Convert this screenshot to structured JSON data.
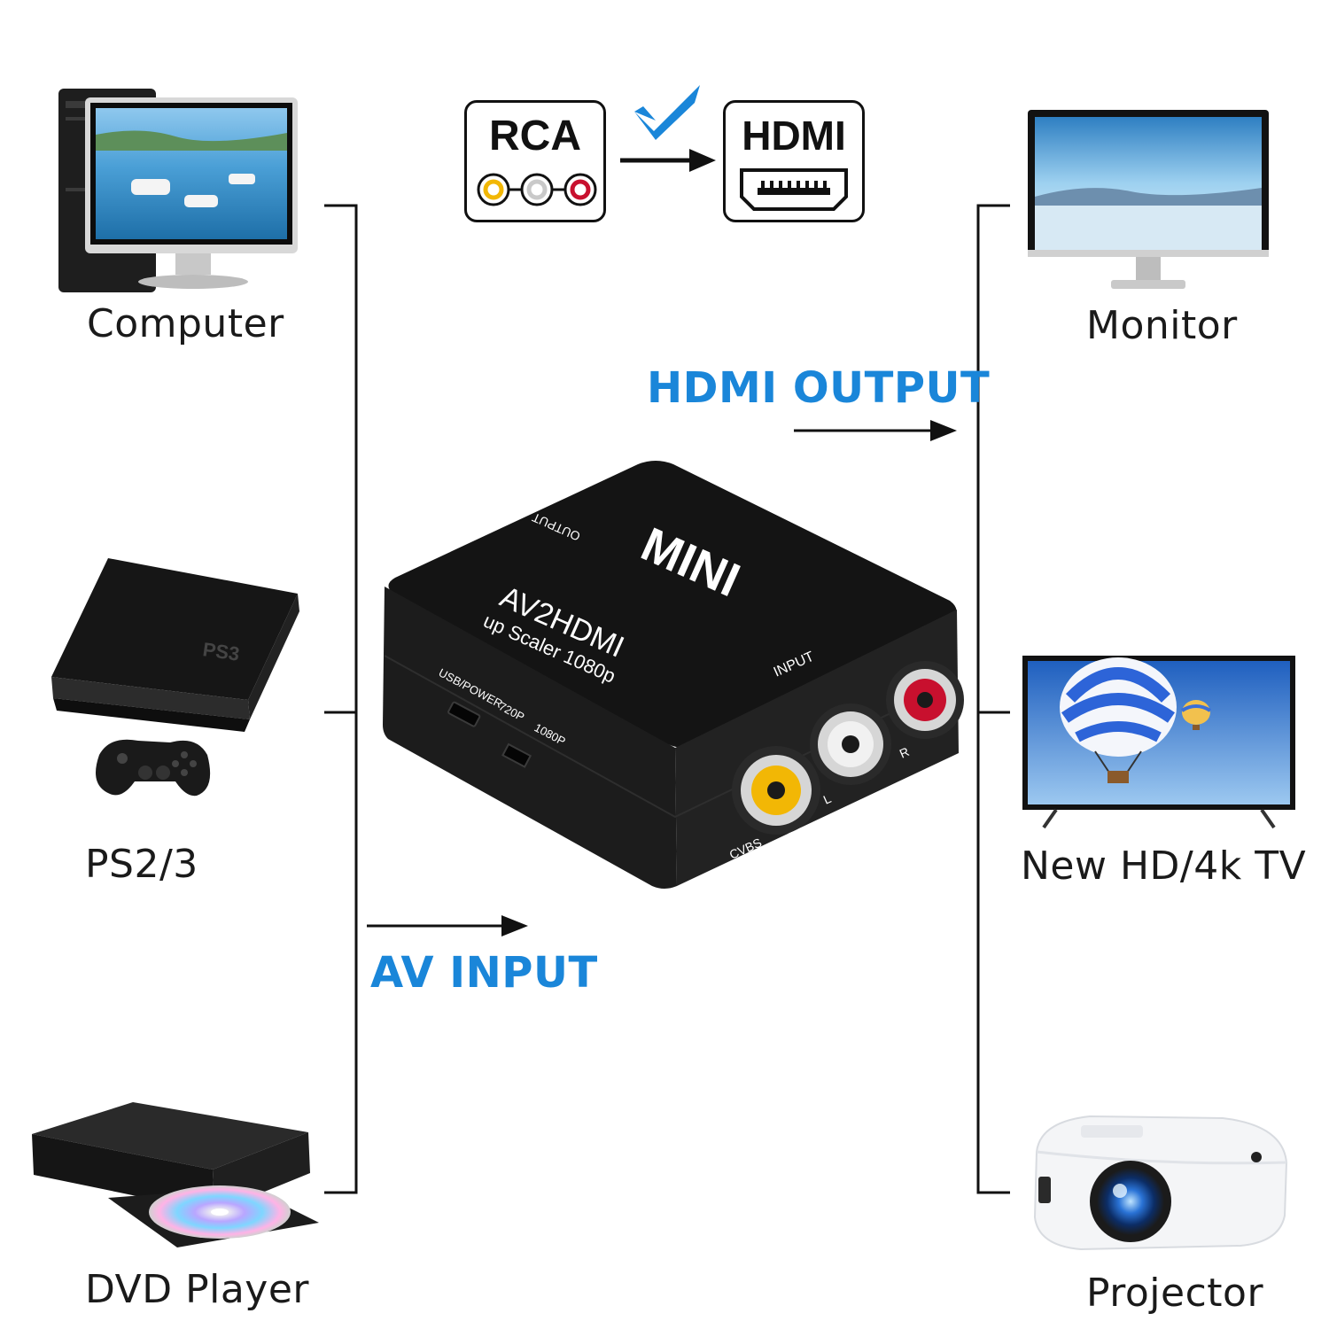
{
  "diagram": {
    "badges": {
      "rca": "RCA",
      "hdmi": "HDMI"
    },
    "flow": {
      "hdmi_output": "HDMI OUTPUT",
      "av_input": "AV INPUT"
    },
    "sources": [
      {
        "label": "Computer"
      },
      {
        "label": "PS2/3"
      },
      {
        "label": "DVD Player"
      }
    ],
    "outputs": [
      {
        "label": "Monitor"
      },
      {
        "label": "New HD/4k TV"
      },
      {
        "label": "Projector"
      }
    ],
    "converter": {
      "brand": "MINI",
      "model": "AV2HDMI",
      "subtitle": "up Scaler 1080p",
      "output_port": "OUTPUT",
      "input_section": "INPUT",
      "usb_power": "USB/POWER",
      "switch_720": "720P",
      "switch_1080": "1080P",
      "port_cvbs": "CVBS",
      "port_l": "L",
      "port_r": "R"
    },
    "colors": {
      "accent_blue": "#1a86d9",
      "rca_yellow": "#f2b705",
      "rca_white": "#d9d9d9",
      "rca_red": "#c8102e"
    }
  }
}
